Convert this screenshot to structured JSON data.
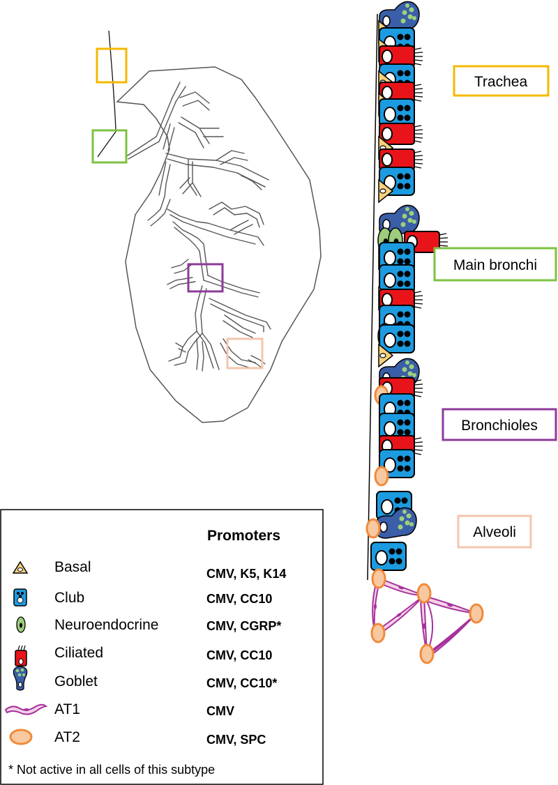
{
  "regions": [
    {
      "label": "Trachea",
      "color": "#f5b800"
    },
    {
      "label": "Main bronchi",
      "color": "#7dc242"
    },
    {
      "label": "Bronchioles",
      "color": "#8e3a9a"
    },
    {
      "label": "Alveoli",
      "color": "#f3c6ad"
    }
  ],
  "legend": {
    "header": "Promoters",
    "footnote": "* Not active in all cells of this subtype",
    "rows": [
      {
        "cell": "Basal",
        "promoters": "CMV, K5, K14",
        "icon": "basal-cell-icon"
      },
      {
        "cell": "Club",
        "promoters": "CMV, CC10",
        "icon": "club-cell-icon"
      },
      {
        "cell": "Neuroendocrine",
        "promoters": "CMV, CGRP*",
        "icon": "neuroendocrine-cell-icon"
      },
      {
        "cell": "Ciliated",
        "promoters": "CMV, CC10",
        "icon": "ciliated-cell-icon"
      },
      {
        "cell": "Goblet",
        "promoters": "CMV, CC10*",
        "icon": "goblet-cell-icon"
      },
      {
        "cell": "AT1",
        "promoters": "CMV",
        "icon": "at1-cell-icon"
      },
      {
        "cell": "AT2",
        "promoters": "CMV, SPC",
        "icon": "at2-cell-icon"
      }
    ]
  },
  "colors": {
    "basal": "#f8d27a",
    "club": "#1c9be0",
    "neuroendocrine": "#9ccc7c",
    "ciliated": "#e8141a",
    "goblet": "#3a5ea8",
    "goblet_granule": "#9ed07a",
    "at1": "#a6319c",
    "at1_fill": "#f4d2e6",
    "at2": "#f08a3a",
    "at2_fill": "#f8c9a0"
  }
}
